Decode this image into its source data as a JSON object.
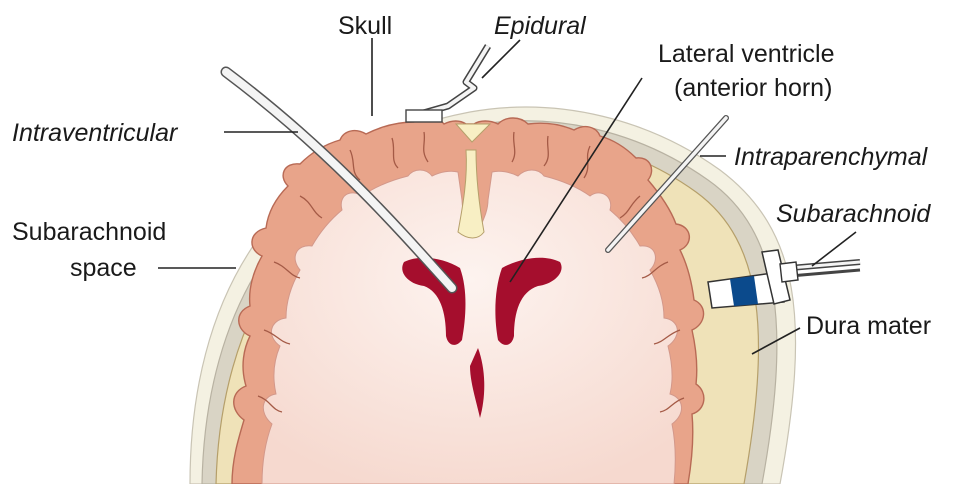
{
  "labels": {
    "skull": "Skull",
    "epidural": "Epidural",
    "lateral_ventricle_1": "Lateral ventricle",
    "lateral_ventricle_2": "(anterior horn)",
    "intraventricular": "Intraventricular",
    "intraparenchymal": "Intraparenchymal",
    "subarachnoid_space_1": "Subarachnoid",
    "subarachnoid_space_2": "space",
    "subarachnoid": "Subarachnoid",
    "dura_mater": "Dura mater"
  },
  "colors": {
    "skin": "#f4f1e2",
    "skull": "#d9d4c5",
    "dura": "#efe2b8",
    "cortex": "#e8a48a",
    "white_matter": "#fbe9e3",
    "ventricle": "#a50e2d",
    "fissure": "#f8efc4",
    "catheter": "#f4f4f4",
    "bolt_dark": "#0b4a8c"
  }
}
